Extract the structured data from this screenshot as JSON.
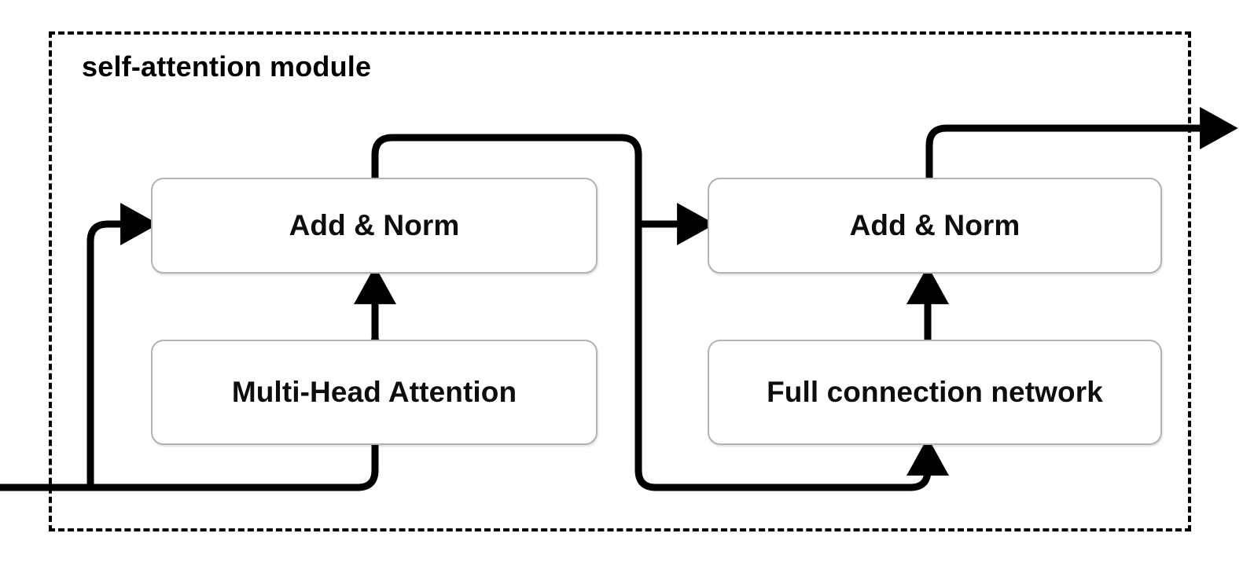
{
  "diagram": {
    "title": "self-attention module",
    "type": "block-flow-diagram",
    "colors": {
      "wire": "#000000",
      "node_border": "#b3b3b3",
      "node_fill": "#ffffff",
      "frame": "#000000",
      "text": "#000000"
    },
    "frame": {
      "label": "self-attention module",
      "style": "dashed"
    },
    "nodes": [
      {
        "id": "addnorm-left",
        "label": "Add & Norm"
      },
      {
        "id": "mha",
        "label": "Multi-Head Attention"
      },
      {
        "id": "addnorm-right",
        "label": "Add & Norm"
      },
      {
        "id": "ffn",
        "label": "Full connection network"
      }
    ],
    "edges": [
      {
        "id": "input-to-mha",
        "from": "input",
        "to": "mha",
        "arrow": true
      },
      {
        "id": "input-skip-to-addnorm-l",
        "from": "input",
        "to": "addnorm-left",
        "arrow": true
      },
      {
        "id": "mha-to-addnorm-l",
        "from": "mha",
        "to": "addnorm-left",
        "arrow": true
      },
      {
        "id": "addnorm-l-to-addnorm-r",
        "from": "addnorm-left",
        "to": "addnorm-right",
        "arrow": true
      },
      {
        "id": "addnorm-l-to-ffn",
        "from": "addnorm-left",
        "to": "ffn",
        "arrow": true
      },
      {
        "id": "ffn-to-addnorm-r",
        "from": "ffn",
        "to": "addnorm-right",
        "arrow": true
      },
      {
        "id": "addnorm-r-to-output",
        "from": "addnorm-right",
        "to": "output",
        "arrow": true
      }
    ]
  }
}
